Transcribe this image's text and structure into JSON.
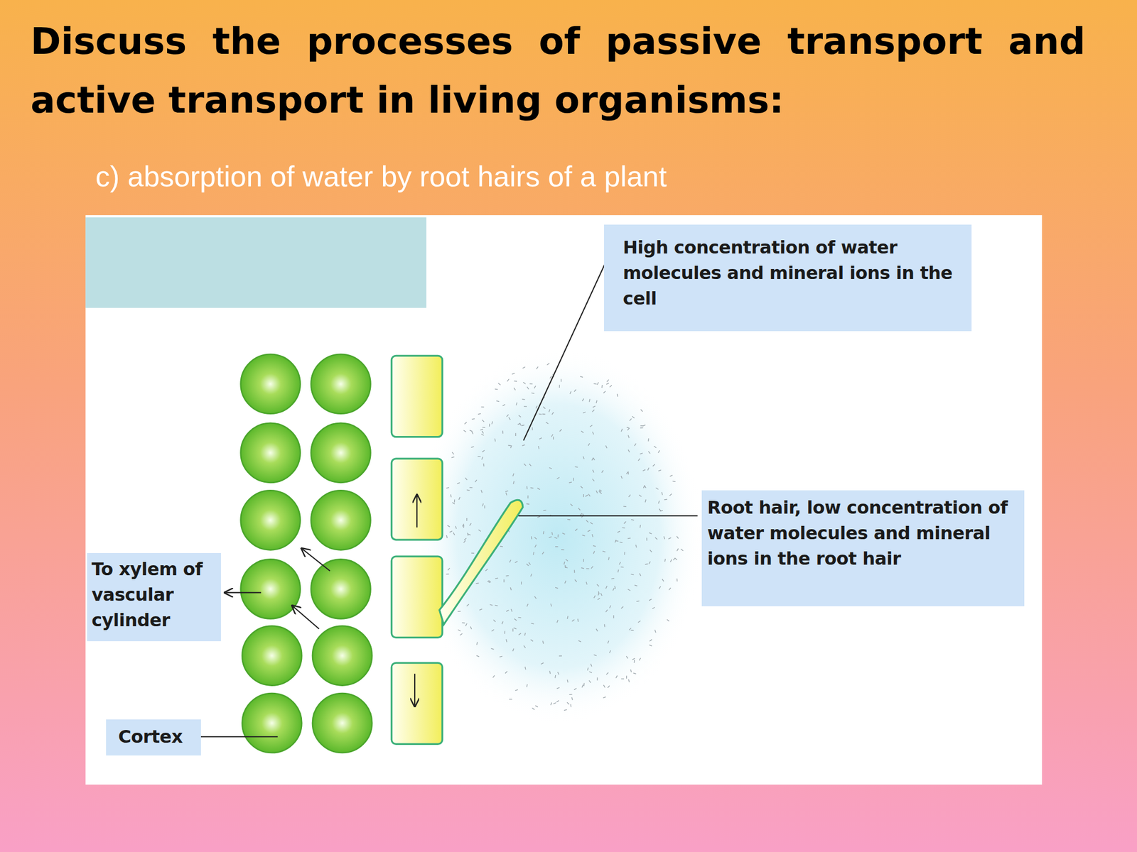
{
  "diagram": {
    "title": "Discuss the processes of passive transport and active transport in living organisms:",
    "nodes": [
      {
        "text": [
          "High concentration of water molecules and mineral ions in the cell"
        ]
      },
      {
        "text": [
          "Root hair, low concentration of water molecules and mineral ions in the root hair"
        ]
      },
      {
        "text": [
          "To xylem of vascular cylinder"
        ]
      },
      {
        "text": [
          "Cortex"
        ]
      }
    ],
    "labels": [
      "c) absorption of water by root hairs of a plant"
    ]
  }
}
